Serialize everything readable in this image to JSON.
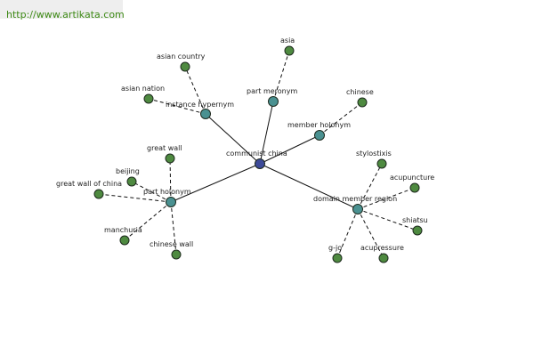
{
  "watermark": {
    "url": "http://www.artikata.com"
  },
  "colors": {
    "center_node": "#3d4a99",
    "relation_node": "#4a9191",
    "leaf_node": "#4e8a40"
  },
  "graph": {
    "center": {
      "id": "center",
      "label": "communist china",
      "kind": "center"
    },
    "nodes": [
      {
        "id": "instance-hypernym",
        "label": "instance hypernym",
        "kind": "relation"
      },
      {
        "id": "asian-country",
        "label": "asian country",
        "kind": "leaf"
      },
      {
        "id": "asian-nation",
        "label": "asian nation",
        "kind": "leaf"
      },
      {
        "id": "part-meronym",
        "label": "part meronym",
        "kind": "relation"
      },
      {
        "id": "asia",
        "label": "asia",
        "kind": "leaf"
      },
      {
        "id": "member-holonym",
        "label": "member holonym",
        "kind": "relation"
      },
      {
        "id": "chinese",
        "label": "chinese",
        "kind": "leaf"
      },
      {
        "id": "part-holonym",
        "label": "part holonym",
        "kind": "relation"
      },
      {
        "id": "great-wall",
        "label": "great wall",
        "kind": "leaf"
      },
      {
        "id": "beijing",
        "label": "beijing",
        "kind": "leaf"
      },
      {
        "id": "great-wall-of-china",
        "label": "great wall of china",
        "kind": "leaf"
      },
      {
        "id": "manchuria",
        "label": "manchuria",
        "kind": "leaf"
      },
      {
        "id": "chinese-wall",
        "label": "chinese wall",
        "kind": "leaf"
      },
      {
        "id": "domain-member-region",
        "label": "domain member region",
        "kind": "relation"
      },
      {
        "id": "stylostixis",
        "label": "stylostixis",
        "kind": "leaf"
      },
      {
        "id": "acupuncture",
        "label": "acupuncture",
        "kind": "leaf"
      },
      {
        "id": "shiatsu",
        "label": "shiatsu",
        "kind": "leaf"
      },
      {
        "id": "acupressure",
        "label": "acupressure",
        "kind": "leaf"
      },
      {
        "id": "g-jo",
        "label": "g-jo",
        "kind": "leaf"
      }
    ],
    "edges": [
      {
        "from": "center",
        "to": "instance-hypernym",
        "style": "solid"
      },
      {
        "from": "center",
        "to": "part-meronym",
        "style": "solid"
      },
      {
        "from": "center",
        "to": "member-holonym",
        "style": "solid"
      },
      {
        "from": "center",
        "to": "part-holonym",
        "style": "solid"
      },
      {
        "from": "center",
        "to": "domain-member-region",
        "style": "solid"
      },
      {
        "from": "instance-hypernym",
        "to": "asian-country",
        "style": "dashed"
      },
      {
        "from": "instance-hypernym",
        "to": "asian-nation",
        "style": "dashed"
      },
      {
        "from": "part-meronym",
        "to": "asia",
        "style": "dashed"
      },
      {
        "from": "member-holonym",
        "to": "chinese",
        "style": "dashed"
      },
      {
        "from": "part-holonym",
        "to": "great-wall",
        "style": "dashed"
      },
      {
        "from": "part-holonym",
        "to": "beijing",
        "style": "dashed"
      },
      {
        "from": "part-holonym",
        "to": "great-wall-of-china",
        "style": "dashed"
      },
      {
        "from": "part-holonym",
        "to": "manchuria",
        "style": "dashed"
      },
      {
        "from": "part-holonym",
        "to": "chinese-wall",
        "style": "dashed"
      },
      {
        "from": "domain-member-region",
        "to": "stylostixis",
        "style": "dashed"
      },
      {
        "from": "domain-member-region",
        "to": "acupuncture",
        "style": "dashed"
      },
      {
        "from": "domain-member-region",
        "to": "shiatsu",
        "style": "dashed"
      },
      {
        "from": "domain-member-region",
        "to": "acupressure",
        "style": "dashed"
      },
      {
        "from": "domain-member-region",
        "to": "g-jo",
        "style": "dashed"
      }
    ]
  }
}
